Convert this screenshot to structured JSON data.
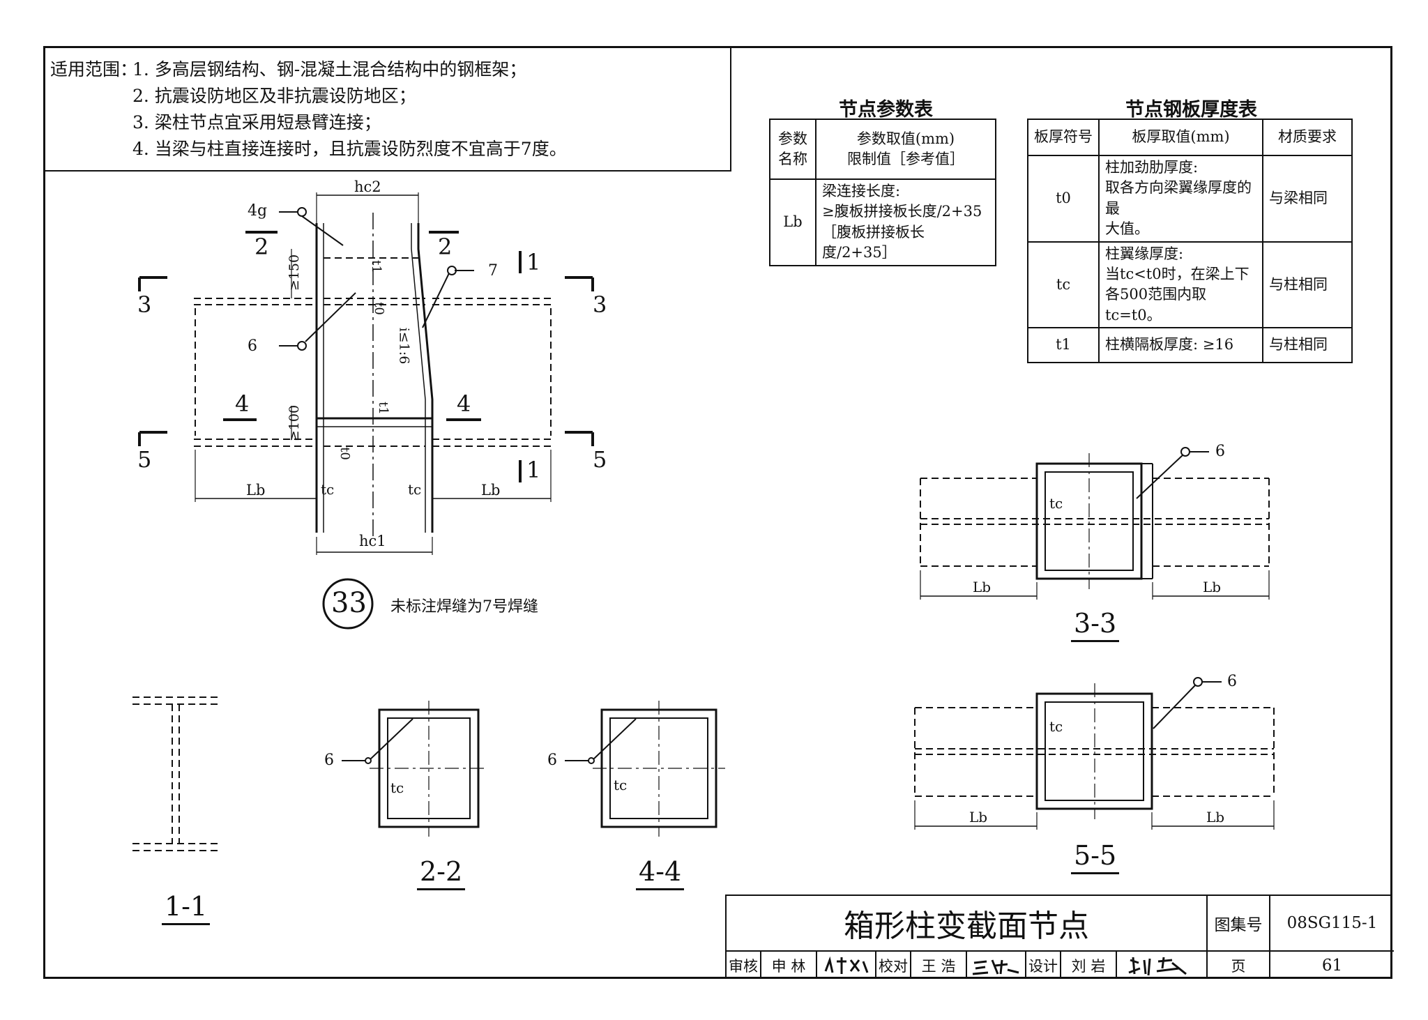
{
  "scope": {
    "label": "适用范围：",
    "items": [
      "1. 多高层钢结构、钢-混凝土混合结构中的钢框架；",
      "2. 抗震设防地区及非抗震设防地区；",
      "3. 梁柱节点宜采用短悬臂连接；",
      "4. 当梁与柱直接连接时，且抗震设防烈度不宜高于7度。"
    ]
  },
  "param_table": {
    "title": "节点参数表",
    "header": {
      "col1": "参数\n名称",
      "col2": "参数取值(mm)\n限制值［参考值］"
    },
    "rows": [
      {
        "name": "Lb",
        "value": "梁连接长度:\n≥腹板拼接板长度/2+35\n［腹板拼接板长度/2+35］"
      }
    ]
  },
  "thickness_table": {
    "title": "节点钢板厚度表",
    "header": {
      "col1": "板厚符号",
      "col2": "板厚取值(mm)",
      "col3": "材质要求"
    },
    "rows": [
      {
        "symbol": "t0",
        "value": "柱加劲肋厚度:\n取各方向梁翼缘厚度的最\n大值。",
        "material": "与梁相同"
      },
      {
        "symbol": "tc",
        "value": "柱翼缘厚度:\n当tc<t0时，在梁上下\n各500范围内取 tc=t0。",
        "material": "与柱相同"
      },
      {
        "symbol": "t1",
        "value": "柱横隔板厚度: ≥16",
        "material": "与柱相同"
      }
    ]
  },
  "drawing": {
    "hc2": "hc2",
    "hc1": "hc1",
    "lb": "Lb",
    "tc": "tc",
    "t1": "t1",
    "t0": "t0",
    "d150": "≥150",
    "d100": "≥100",
    "slope": "i≤1:6",
    "weld_4g": "4g",
    "weld_6": "6",
    "weld_7": "7",
    "cut1": "1",
    "cut2": "2",
    "cut3": "3",
    "cut4": "4",
    "cut5": "5",
    "node_number": "33",
    "note": "未标注焊缝为7号焊缝"
  },
  "sections": {
    "s11": "1-1",
    "s22": "2-2",
    "s44": "4-4",
    "s33": "3-3",
    "s55": "5-5"
  },
  "title_block": {
    "title": "箱形柱变截面节点",
    "atlas_label": "图集号",
    "atlas_no": "08SG115-1",
    "review_label": "审核",
    "reviewer": "申 林",
    "check_label": "校对",
    "checker": "王 浩",
    "design_label": "设计",
    "designer": "刘 岩",
    "page_label": "页",
    "page_no": "61"
  }
}
